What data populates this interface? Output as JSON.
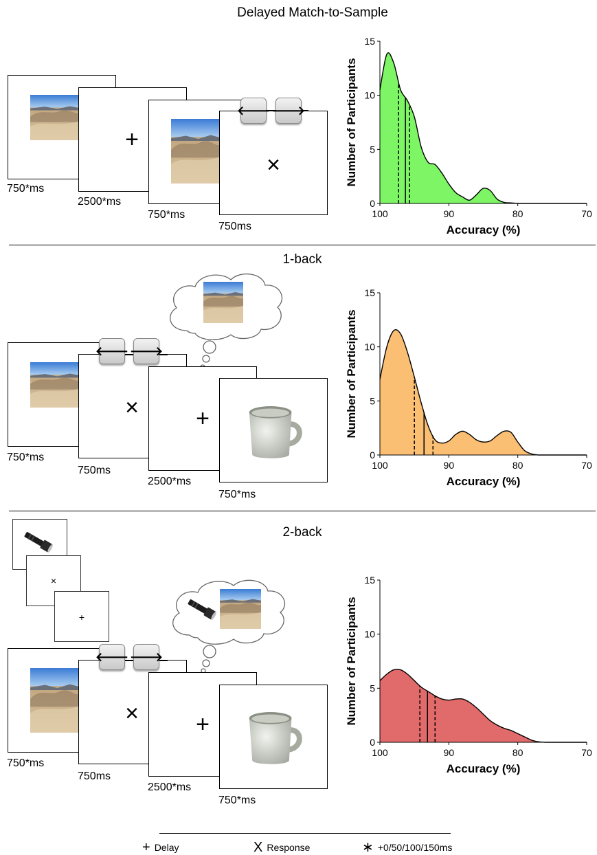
{
  "sections": [
    {
      "title": "Delayed Match-to-Sample"
    },
    {
      "title": "1-back"
    },
    {
      "title": "2-back"
    }
  ],
  "timings": {
    "dms": [
      "750*ms",
      "2500*ms",
      "750*ms",
      "750ms"
    ],
    "oneback": [
      "750*ms",
      "750ms",
      "2500*ms",
      "750*ms"
    ],
    "twoback": [
      "750*ms",
      "750ms",
      "2500*ms",
      "750*ms"
    ]
  },
  "symbols": {
    "delay": "+",
    "response": "×"
  },
  "keys": {
    "left": "🡐",
    "right": "🡒"
  },
  "legend": [
    {
      "symbol": "+",
      "label": "Delay"
    },
    {
      "symbol": "X",
      "label": "Response"
    },
    {
      "symbol": "∗",
      "label": "+0/50/100/150ms"
    }
  ],
  "colors": {
    "dms": "#7ef565",
    "oneback": "#fbbf74",
    "twoback": "#e16a6a"
  },
  "chart_data": [
    {
      "type": "area",
      "title": "",
      "xlabel": "Accuracy (%)",
      "ylabel": "Number of Participants",
      "xlim": [
        100,
        70
      ],
      "ylim": [
        0,
        15
      ],
      "xticks": [
        100,
        90,
        80,
        70
      ],
      "yticks": [
        0,
        5,
        10,
        15
      ],
      "x": [
        100,
        99,
        98,
        97,
        96,
        95,
        94,
        93,
        92,
        91,
        90,
        89,
        88,
        87,
        86,
        85,
        84,
        83,
        82,
        81,
        80,
        79,
        78,
        77,
        76,
        75,
        74,
        73,
        72,
        71,
        70
      ],
      "y": [
        10.5,
        13.8,
        13.0,
        10.5,
        9.5,
        8.0,
        5.2,
        3.8,
        3.6,
        2.8,
        1.8,
        1.0,
        0.6,
        0.3,
        0.8,
        1.4,
        1.2,
        0.4,
        0.1,
        0.05,
        0,
        0,
        0,
        0,
        0,
        0,
        0,
        0,
        0,
        0,
        0
      ],
      "dashed_lines": [
        97.3,
        95.7
      ],
      "solid_line": 96.3
    },
    {
      "type": "area",
      "title": "",
      "xlabel": "Accuracy (%)",
      "ylabel": "Number of Participants",
      "xlim": [
        100,
        70
      ],
      "ylim": [
        0,
        15
      ],
      "xticks": [
        100,
        90,
        80,
        70
      ],
      "yticks": [
        0,
        5,
        10,
        15
      ],
      "x": [
        100,
        99,
        98,
        97,
        96,
        95,
        94,
        93,
        92,
        91,
        90,
        89,
        88,
        87,
        86,
        85,
        84,
        83,
        82,
        81,
        80,
        79,
        78,
        77,
        76,
        75,
        74,
        73,
        72,
        71,
        70
      ],
      "y": [
        7.0,
        10.0,
        11.5,
        11.2,
        9.5,
        7.2,
        4.8,
        2.7,
        1.4,
        1.1,
        1.3,
        1.9,
        2.2,
        1.9,
        1.4,
        1.2,
        1.3,
        1.8,
        2.2,
        2.1,
        1.2,
        0.4,
        0.1,
        0,
        0,
        0,
        0,
        0,
        0,
        0,
        0
      ],
      "dashed_lines": [
        95.0,
        92.3
      ],
      "solid_line": 93.6
    },
    {
      "type": "area",
      "title": "",
      "xlabel": "Accuracy (%)",
      "ylabel": "Number of Participants",
      "xlim": [
        100,
        70
      ],
      "ylim": [
        0,
        15
      ],
      "xticks": [
        100,
        90,
        80,
        70
      ],
      "yticks": [
        0,
        5,
        10,
        15
      ],
      "x": [
        100,
        99,
        98,
        97,
        96,
        95,
        94,
        93,
        92,
        91,
        90,
        89,
        88,
        87,
        86,
        85,
        84,
        83,
        82,
        81,
        80,
        79,
        78,
        77,
        76,
        75,
        74,
        73,
        72,
        71,
        70
      ],
      "y": [
        5.7,
        6.3,
        6.7,
        6.7,
        6.3,
        5.7,
        5.1,
        4.7,
        4.3,
        4.0,
        3.9,
        4.0,
        4.0,
        3.7,
        3.2,
        2.6,
        2.0,
        1.6,
        1.3,
        1.1,
        0.8,
        0.5,
        0.2,
        0.05,
        0,
        0,
        0,
        0,
        0,
        0,
        0
      ],
      "dashed_lines": [
        94.2,
        92.0
      ],
      "solid_line": 93.1
    }
  ]
}
